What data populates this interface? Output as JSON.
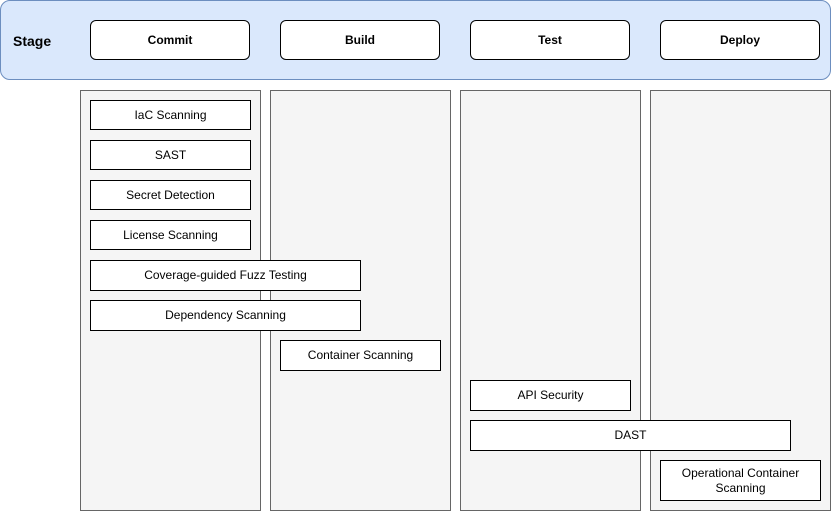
{
  "header": {
    "stage_label": "Stage",
    "stages": [
      {
        "label": "Commit"
      },
      {
        "label": "Build"
      },
      {
        "label": "Test"
      },
      {
        "label": "Deploy"
      }
    ]
  },
  "colors": {
    "header_fill": "#dae8fc",
    "header_stroke": "#6c8ebf",
    "lane_fill": "#f5f5f5",
    "lane_stroke": "#666666"
  },
  "tools": [
    {
      "label": "IaC Scanning"
    },
    {
      "label": "SAST"
    },
    {
      "label": "Secret Detection"
    },
    {
      "label": "License Scanning"
    },
    {
      "label": "Coverage-guided Fuzz Testing"
    },
    {
      "label": "Dependency Scanning"
    },
    {
      "label": "Container Scanning"
    },
    {
      "label": "API Security"
    },
    {
      "label": "DAST"
    },
    {
      "label": "Operational Container Scanning"
    }
  ]
}
